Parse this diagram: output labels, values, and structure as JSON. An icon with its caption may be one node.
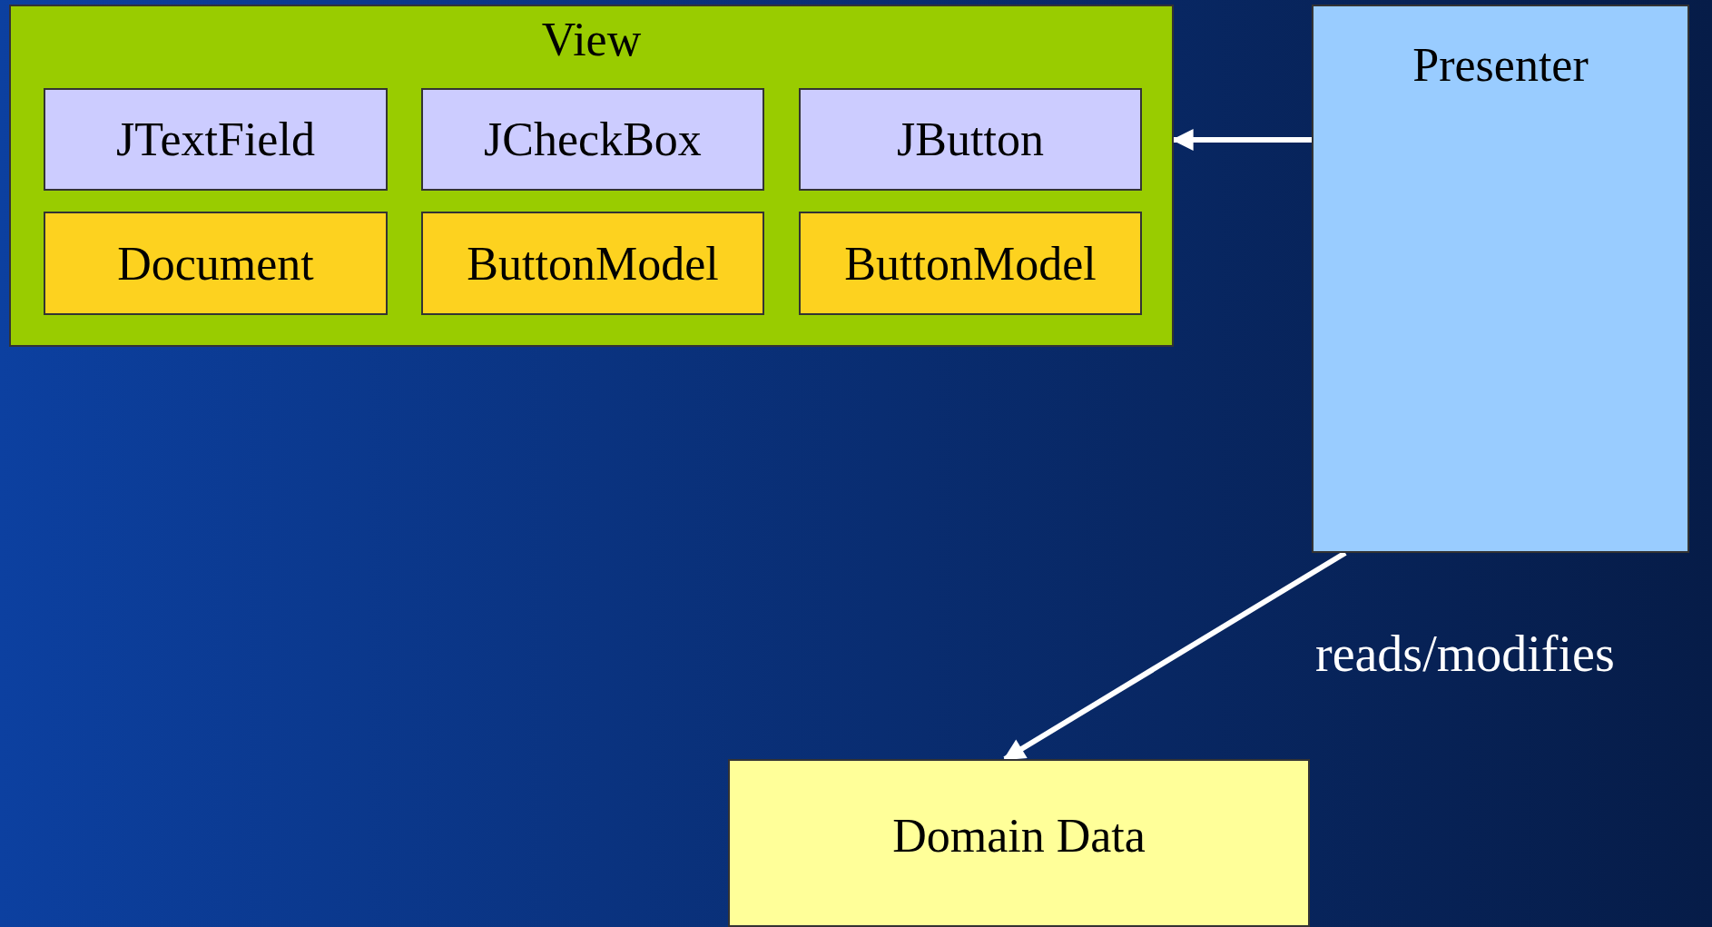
{
  "diagram": {
    "nodes": [
      {
        "text": [
          "View"
        ]
      },
      {
        "text": [
          "JTextField"
        ],
        "in": 0
      },
      {
        "text": [
          "JCheckBox"
        ],
        "in": 0
      },
      {
        "text": [
          "JButton"
        ],
        "in": 0
      },
      {
        "text": [
          "Document"
        ],
        "in": 0
      },
      {
        "text": [
          "ButtonModel"
        ],
        "in": 0
      },
      {
        "text": [
          "ButtonModel"
        ],
        "in": 0
      },
      {
        "text": [
          "Presenter"
        ]
      },
      {
        "text": [
          "Domain Data"
        ]
      }
    ],
    "edges": [
      {
        "from": 7,
        "to": 0,
        "arrow": "to"
      },
      {
        "from": 7,
        "to": 8,
        "arrow": "to",
        "label": "reads/modifies"
      }
    ]
  }
}
